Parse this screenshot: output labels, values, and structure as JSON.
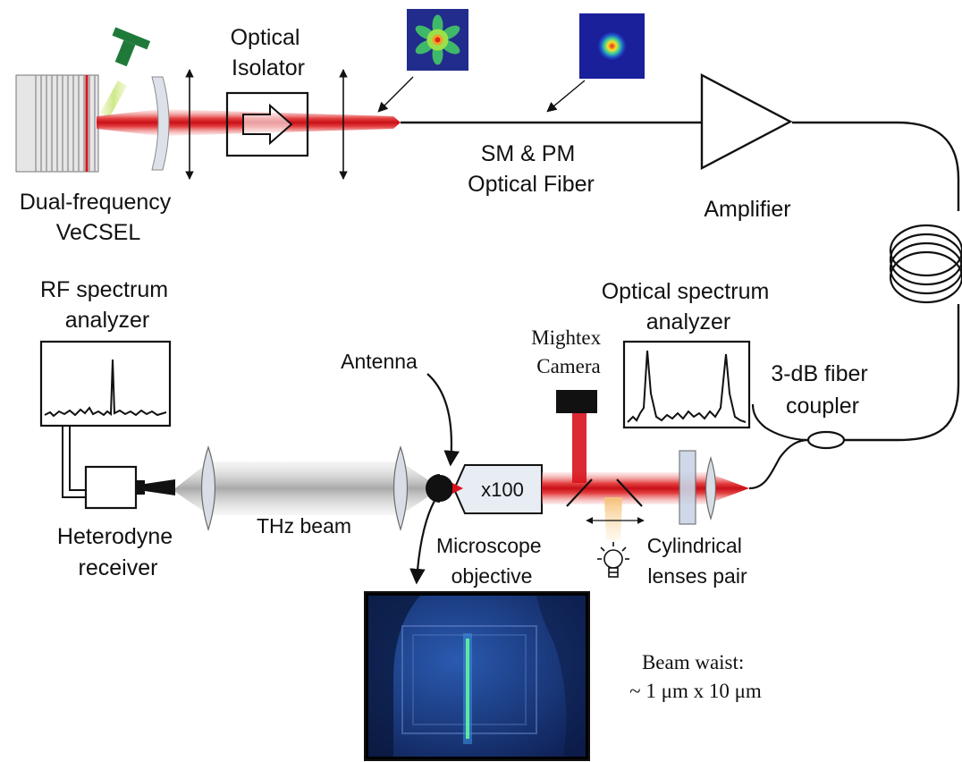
{
  "labels": {
    "optical_isolator": [
      "Optical",
      "Isolator"
    ],
    "vecsel": [
      "Dual-frequency",
      "VeCSEL"
    ],
    "fiber": [
      "SM & PM",
      "Optical Fiber"
    ],
    "amplifier": "Amplifier",
    "rf_analyzer": [
      "RF spectrum",
      "analyzer"
    ],
    "osa": [
      "Optical spectrum",
      "analyzer"
    ],
    "camera": [
      "Mightex",
      "Camera"
    ],
    "antenna": "Antenna",
    "coupler": [
      "3-dB fiber",
      "coupler"
    ],
    "objective_mag": "x100",
    "thz_beam": "THz beam",
    "receiver": [
      "Heterodyne",
      "receiver"
    ],
    "microscope": [
      "Microscope",
      "objective"
    ],
    "cyl_lenses": [
      "Cylindrical",
      "lenses pair"
    ],
    "beam_waist": [
      "Beam waist:",
      "~ 1 μm x 10 μm"
    ]
  },
  "colors": {
    "laser_red": "#d8121c",
    "pump_green": "#1f7a3a",
    "thz_gray": "#9a9a9a",
    "camera_image_bg": "#1c3f88"
  },
  "icons": {
    "lamp": "light-bulb-icon",
    "isolator": "arrow-right-icon"
  }
}
